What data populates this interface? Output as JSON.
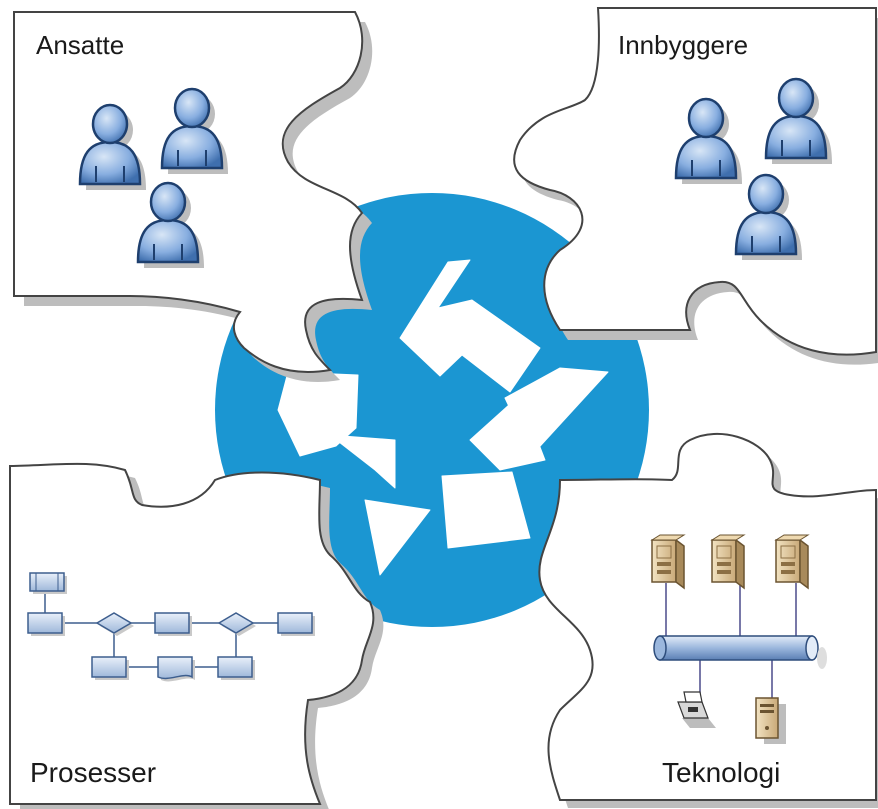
{
  "labels": {
    "ansatte": "Ansatte",
    "innbyggere": "Innbyggere",
    "prosesser": "Prosesser",
    "teknologi": "Teknologi"
  },
  "colors": {
    "circle": "#1b96d2",
    "person_light": "#b9cfea",
    "person_dark": "#3f6fae",
    "piece_fill": "#ffffff",
    "piece_stroke": "#444444",
    "shadow": "#bdbdbd"
  },
  "icons": {
    "center": "recycle-arrows-icon",
    "ansatte": "person-group-icon",
    "innbyggere": "person-group-icon",
    "prosesser": "process-flowchart-icon",
    "teknologi": "server-network-icon"
  }
}
